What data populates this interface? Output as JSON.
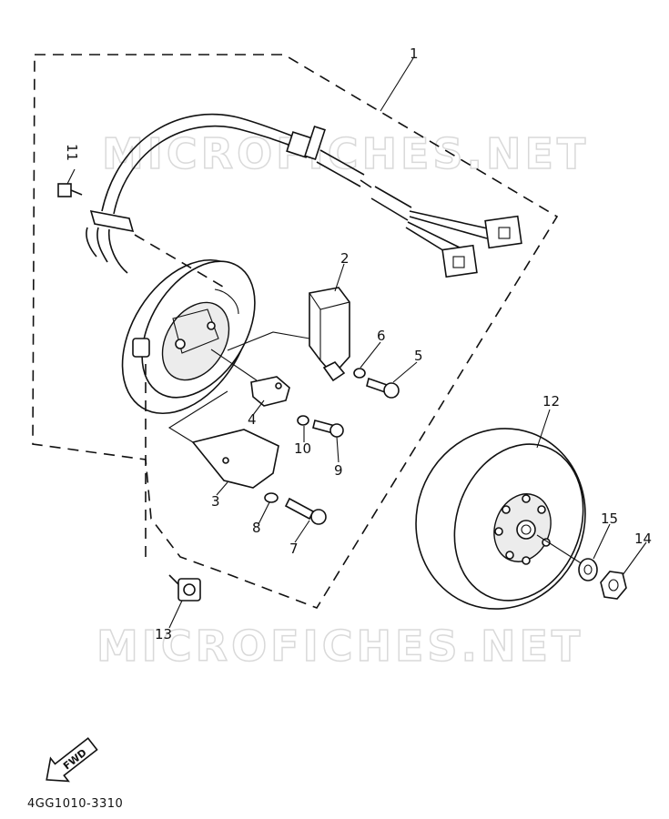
{
  "watermark": {
    "text": "MICROFICHES.NET"
  },
  "callouts": {
    "c1": "1",
    "c2": "2",
    "c3": "3",
    "c4": "4",
    "c5": "5",
    "c6": "6",
    "c7": "7",
    "c8": "8",
    "c9": "9",
    "c10": "10",
    "c11": "11",
    "c12": "12",
    "c13": "13",
    "c14": "14",
    "c15": "15"
  },
  "fwd_arrow": {
    "label": "FWD"
  },
  "diagram_code": "4GG1010-3310"
}
